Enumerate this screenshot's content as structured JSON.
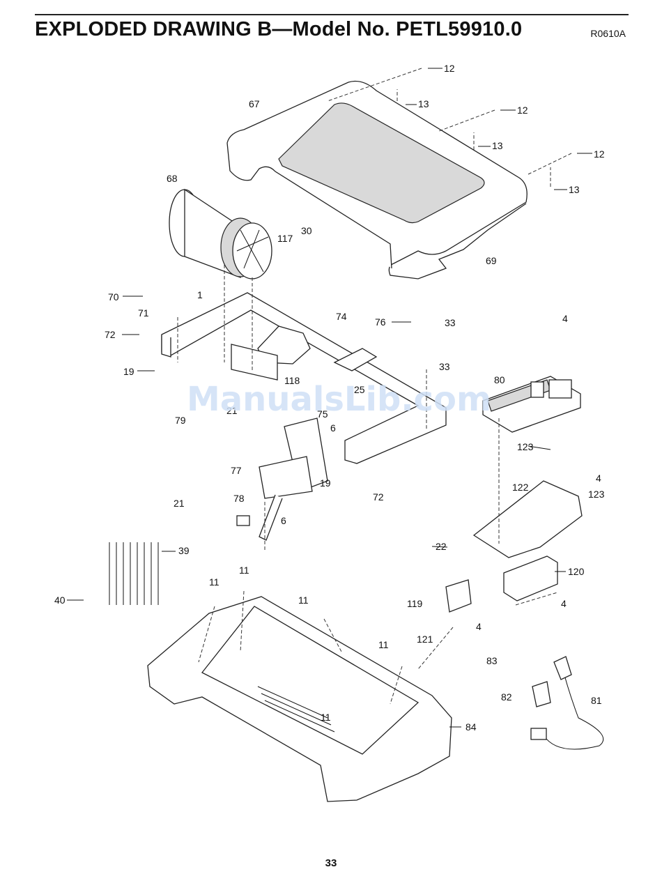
{
  "header": {
    "title": "EXPLODED DRAWING B—Model No. PETL59910.0",
    "reference": "R0610A"
  },
  "footer": {
    "page_number": "33"
  },
  "watermark": "ManualsLib.com",
  "callouts": [
    "12",
    "13",
    "12",
    "13",
    "12",
    "13",
    "67",
    "68",
    "30",
    "117",
    "69",
    "70",
    "1",
    "71",
    "74",
    "76",
    "33",
    "4",
    "72",
    "19",
    "33",
    "118",
    "80",
    "25",
    "79",
    "21",
    "75",
    "6",
    "77",
    "19",
    "123",
    "4",
    "72",
    "122",
    "123",
    "21",
    "78",
    "6",
    "22",
    "39",
    "120",
    "40",
    "11",
    "11",
    "11",
    "119",
    "4",
    "4",
    "11",
    "121",
    "83",
    "82",
    "81",
    "11",
    "84"
  ]
}
